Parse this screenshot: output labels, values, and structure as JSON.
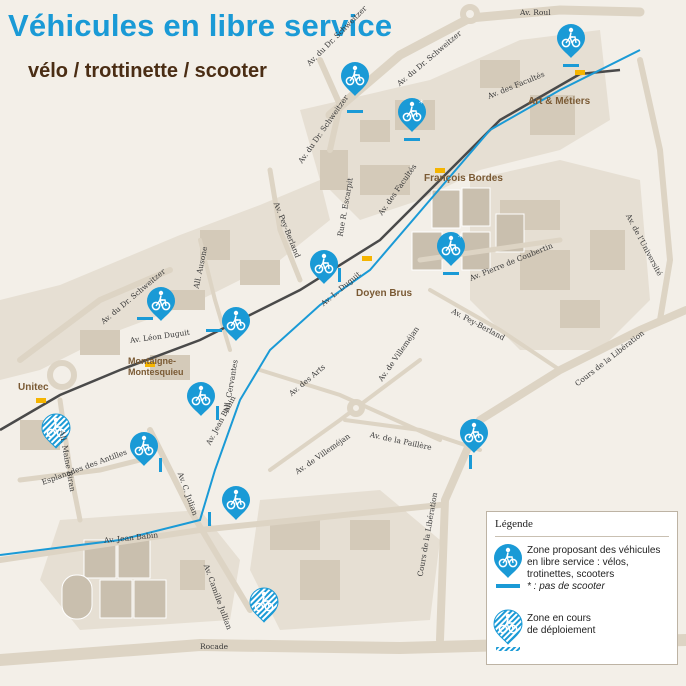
{
  "title": "Véhicules en libre service",
  "subtitle": "vélo / trottinette / scooter",
  "colors": {
    "accent": "#1a9ad6",
    "subtitle": "#4a2d14",
    "road": "#ddd4c4",
    "tram": "#4a4a4a",
    "tram_stop": "#f5b400",
    "building": "#d8d0c2",
    "background": "#f3efe8"
  },
  "places": {
    "art_metiers": "Art & Métiers",
    "francois_bordes": "François Bordes",
    "doyen_brus": "Doyen Brus",
    "montaigne_line1": "Montaigne-",
    "montaigne_line2": "Montesquieu",
    "unitec": "Unitec"
  },
  "streets": {
    "av_roul": "Av. Roul",
    "schweitzer_top": "Av. du Dr. Schweitzer",
    "schweitzer_mid": "Av. du Dr. Schweitzer",
    "schweitzer_lower": "Av. du Dr. Schweitzer",
    "schweitzer_left": "Av. du Dr. Schweitzer",
    "facultes_top": "Av. des Facultés",
    "facultes_mid": "Av. des Facultés",
    "universite": "Av. de l'Université",
    "pey_berland_left": "Av. Pey-Berland",
    "pey_berland_right": "Av. Pey-Berland",
    "escarpit": "Rue R. Escarpit",
    "coubertin": "Av. Pierre de Coubertin",
    "duguit_l": "Av. L. Duguit",
    "leon_duguit": "Av. Léon Duguit",
    "ausone": "All. Ausone",
    "cervantes": "All. Cervantes",
    "arts": "Av. des Arts",
    "villemejan_top": "Av. de Villeméjan",
    "villemejan_bottom": "Av. de Villeméjan",
    "pailliere": "Av. de la Paillère",
    "liberation_right": "Cours de la Libération",
    "liberation_bottom": "Cours de la Libération",
    "jean_babin_mid": "Av. Jean Babin",
    "jean_babin_bottom": "Av. Jean Babin",
    "c_julian": "Av. C. Julian",
    "camille_julian": "Av. Camille Jullian",
    "maine_biran": "All. Maine Biran",
    "antilles": "Esplanades des Antilles",
    "rocade": "Rocade"
  },
  "legend": {
    "title": "Légende",
    "item1": "Zone proposant des véhicules en libre service : vélos, trotinettes, scooters",
    "item1_note": "* : pas de scooter",
    "item2_line1": "Zone en cours",
    "item2_line2": "de déploiement"
  },
  "icons": {
    "marker": "bike-rider-map-pin-icon",
    "marker_no_scooter": "bike-rider-asterisk-pin-icon",
    "marker_deploying": "bike-rider-hatched-pin-icon"
  }
}
